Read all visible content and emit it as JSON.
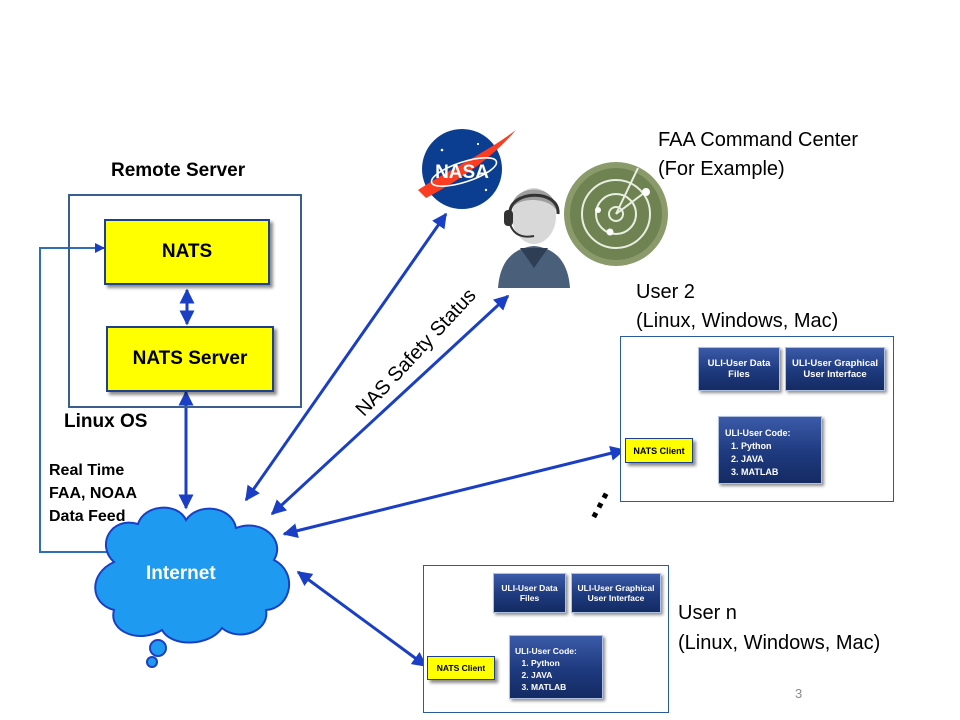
{
  "remote_server": {
    "title": "Remote Server",
    "nats_label": "NATS",
    "nats_server_label": "NATS Server",
    "os_label": "Linux OS"
  },
  "data_feed": {
    "line1": "Real Time",
    "line2": "FAA, NOAA",
    "line3": "Data Feed"
  },
  "internet": {
    "label": "Internet"
  },
  "safety_status": "NAS Safety Status",
  "faa": {
    "line1": "FAA Command Center",
    "line2": "(For Example)"
  },
  "nasa_logo_text": "NASA",
  "user2": {
    "title": "User 2",
    "subtitle": "(Linux, Windows, Mac)",
    "data_files": "ULI-User Data Files",
    "gui": "ULI-User Graphical User Interface",
    "code_title": "ULI-User Code:",
    "languages": [
      "Python",
      "JAVA",
      "MATLAB"
    ],
    "client": "NATS Client"
  },
  "usern": {
    "title": "User n",
    "subtitle": "(Linux, Windows, Mac)",
    "data_files": "ULI-User Data Files",
    "gui": "ULI-User Graphical User Interface",
    "code_title": "ULI-User Code:",
    "languages": [
      "Python",
      "JAVA",
      "MATLAB"
    ],
    "client": "NATS Client"
  },
  "ellipsis": "…",
  "page_number": "3",
  "colors": {
    "arrow": "#1a3fc4",
    "nats_fill": "#ffff00",
    "cloud_fill": "#1e9bf0",
    "panel_border": "#2c5aa0",
    "server_border": "#3a5f8f"
  }
}
